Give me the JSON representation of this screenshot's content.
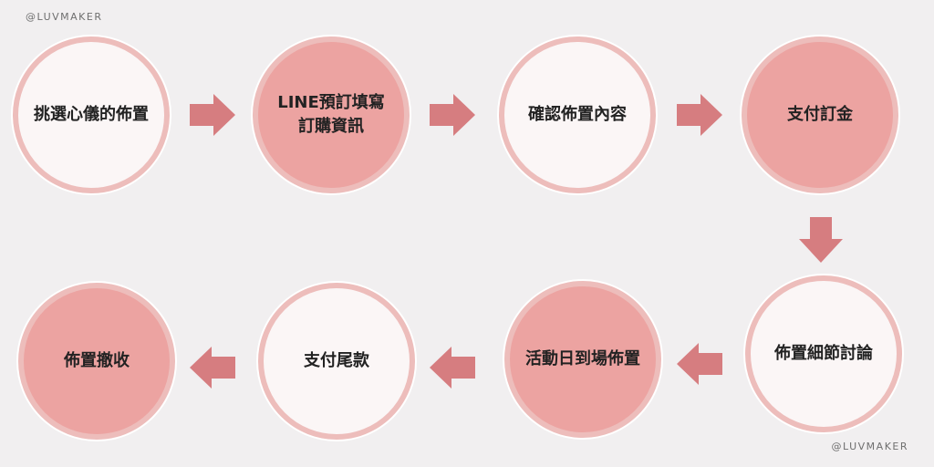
{
  "watermark": "@LUVMAKER",
  "colors": {
    "background": "#f1eff0",
    "circle_border": "#edbdbb",
    "circle_light": "#fbf6f6",
    "circle_dark": "#eca3a1",
    "arrow": "#d67d80",
    "text": "#222222"
  },
  "steps": [
    {
      "label": "挑選心儀的佈置",
      "style": "light"
    },
    {
      "label": "LINE預訂填寫\n訂購資訊",
      "style": "dark"
    },
    {
      "label": "確認佈置內容",
      "style": "light"
    },
    {
      "label": "支付訂金",
      "style": "dark"
    },
    {
      "label": "佈置細節討論",
      "style": "light"
    },
    {
      "label": "活動日到場佈置",
      "style": "dark"
    },
    {
      "label": "支付尾款",
      "style": "light"
    },
    {
      "label": "佈置撤收",
      "style": "dark"
    }
  ],
  "arrows": [
    "right",
    "right",
    "right",
    "down",
    "left",
    "left",
    "left"
  ]
}
